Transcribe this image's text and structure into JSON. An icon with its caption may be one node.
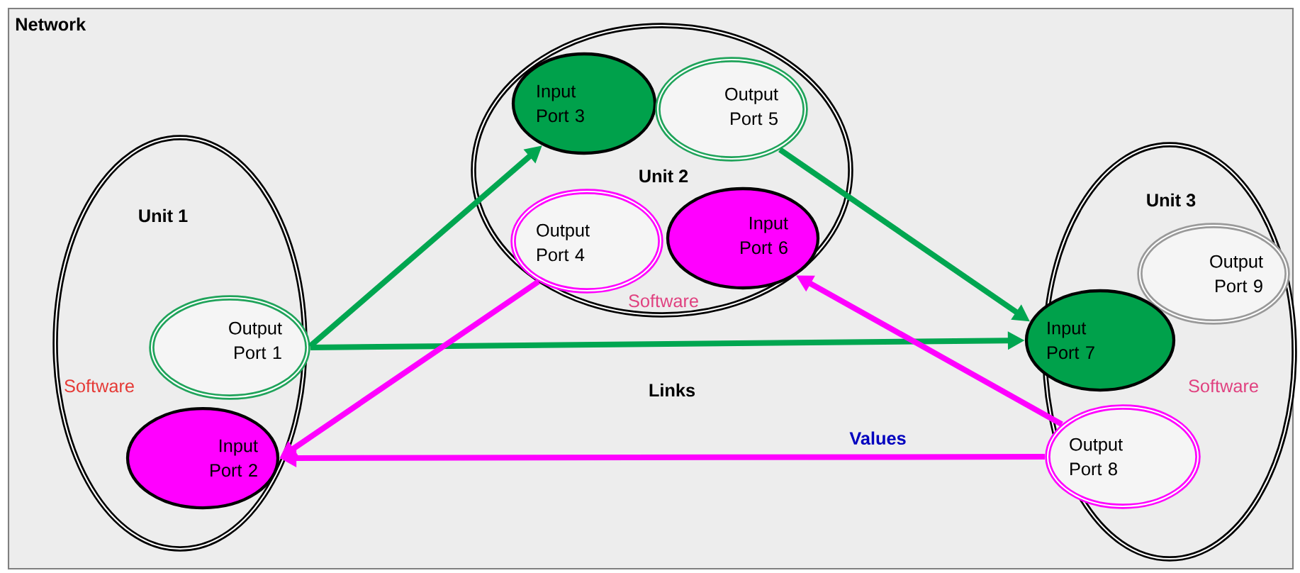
{
  "diagram": {
    "nodes": [
      {
        "text": [
          "Network"
        ]
      },
      {
        "text": [
          "Unit 1",
          "Software"
        ],
        "in": 0
      },
      {
        "text": [
          "Output Port 1"
        ],
        "in": 1
      },
      {
        "text": [
          "Input Port 2"
        ],
        "in": 1
      },
      {
        "text": [
          "Unit 2",
          "Software"
        ],
        "in": 0
      },
      {
        "text": [
          "Input Port 3"
        ],
        "in": 4
      },
      {
        "text": [
          "Output Port 5"
        ],
        "in": 4
      },
      {
        "text": [
          "Output Port 4"
        ],
        "in": 4
      },
      {
        "text": [
          "Input Port 6"
        ],
        "in": 4
      },
      {
        "text": [
          "Unit 3",
          "Software"
        ],
        "in": 0
      },
      {
        "text": [
          "Output Port 9"
        ],
        "in": 9
      },
      {
        "text": [
          "Input Port 7"
        ],
        "in": 9
      },
      {
        "text": [
          "Output Port 8"
        ],
        "in": 9
      }
    ],
    "edges": [
      {
        "from": 2,
        "to": 5,
        "arrow": "to",
        "color": "#00a650"
      },
      {
        "from": 2,
        "to": 11,
        "arrow": "to",
        "color": "#00a650"
      },
      {
        "from": 6,
        "to": 11,
        "arrow": "to",
        "color": "#00a650"
      },
      {
        "from": 7,
        "to": 3,
        "arrow": "to",
        "color": "#ff00ff"
      },
      {
        "from": 12,
        "to": 3,
        "arrow": "to",
        "color": "#ff00ff",
        "label": "Values"
      },
      {
        "from": 12,
        "to": 8,
        "arrow": "to",
        "color": "#ff00ff"
      }
    ],
    "labels": [
      "Links"
    ]
  }
}
